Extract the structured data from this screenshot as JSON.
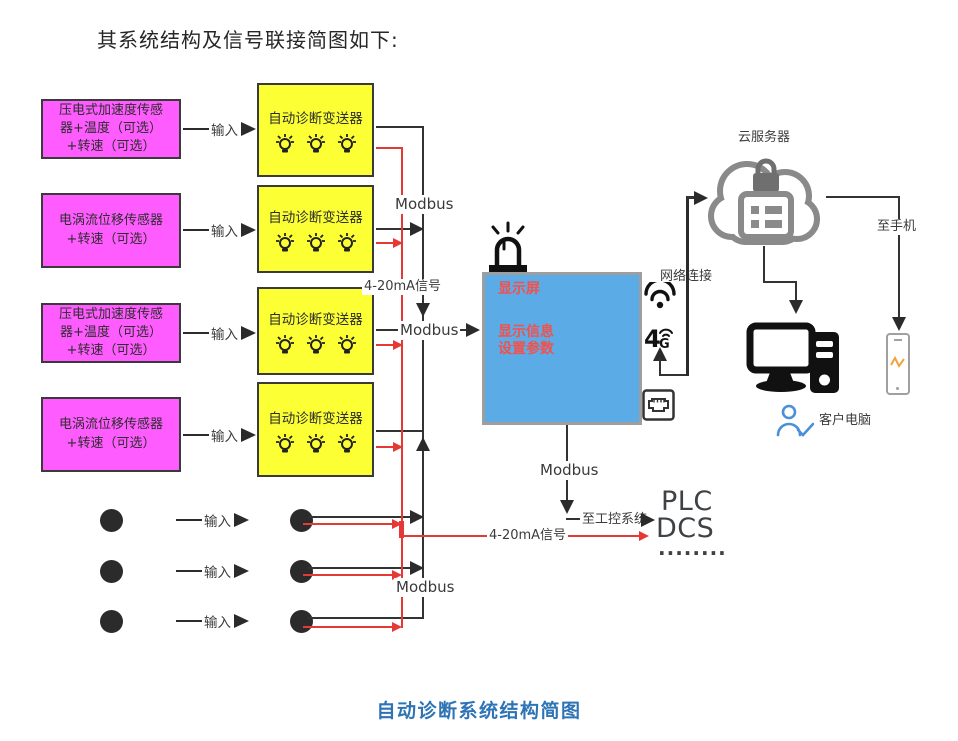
{
  "title": "其系统结构及信号联接简图如下:",
  "caption": "自动诊断系统结构简图",
  "input_label": "输入",
  "transmitter_label": "自动诊断变送器",
  "sensors": [
    {
      "line1": "压电式加速度传感",
      "line2": "器+温度（可选）",
      "line3": "+转速（可选）"
    },
    {
      "line1": "电涡流位移传感器",
      "line2": "+转速（可选）"
    },
    {
      "line1": "压电式加速度传感",
      "line2": "器+温度（可选）",
      "line3": "+转速（可选）"
    },
    {
      "line1": "电涡流位移传感器",
      "line2": "+转速（可选）"
    }
  ],
  "bus_labels": {
    "modbus_top": "Modbus",
    "signal_top": "4-20mA信号",
    "modbus_to_display": "Modbus",
    "modbus_below_display": "Modbus",
    "modbus_bottom": "Modbus",
    "signal_bottom": "4-20mA信号"
  },
  "display_unit": {
    "screen": "显示屏",
    "info": "显示信息",
    "params": "设置参数"
  },
  "connectivity": {
    "network_label": "网络连接",
    "g4_digit": "4",
    "g4_letter": "G"
  },
  "cloud_label": "云服务器",
  "right_side": {
    "to_phone": "至手机",
    "client_pc": "客户电脑"
  },
  "industrial": {
    "to_system": "至工控系统",
    "plc": "PLC",
    "dcs": "DCS",
    "ellipsis": "........"
  },
  "colors": {
    "sensor_fill": "#FF5CFF",
    "transmitter_fill": "#FBFF33",
    "display_fill": "#5BACE6",
    "display_text": "#F4504C",
    "black_line": "#333333",
    "red_line": "#E53935",
    "gray_icon": "#8A8A8A",
    "caption_blue": "#2E74B5"
  },
  "icons": {
    "alarm_siren": "siren-with-rays",
    "indicator_lamp": "bulb-with-rays",
    "wifi": "wifi-arcs-dot",
    "cellular": "4G-with-signal-arc",
    "ethernet": "rj45-port",
    "cloud_server": "cloud-with-lock-and-server",
    "desktop": "desktop-computer-with-tower",
    "user_check": "person-with-checkmark",
    "smartphone": "phone-outline-with-signal-wave"
  }
}
